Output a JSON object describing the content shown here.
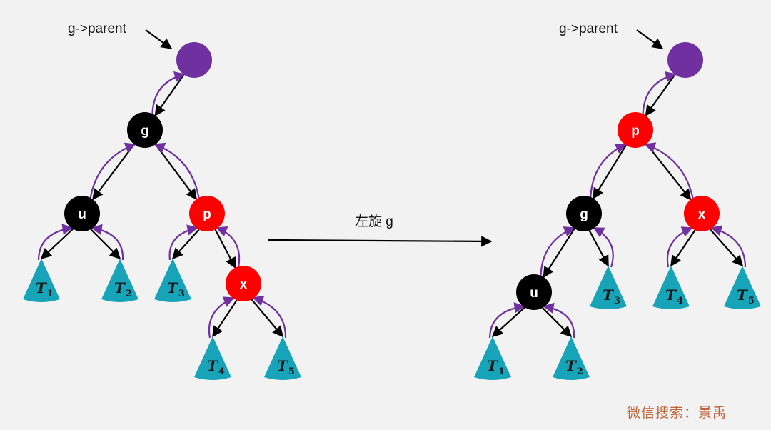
{
  "colors": {
    "background": "#f2f2f2",
    "black_node": "#000000",
    "red_node": "#ff0000",
    "parent_node": "#7030a0",
    "subtree": "#17a3b8",
    "child_edge": "#000000",
    "parent_edge": "#7030a0",
    "watermark": "#c0633a"
  },
  "labels": {
    "left_pointer": "g->parent",
    "right_pointer": "g->parent",
    "operation": "左旋 g",
    "watermark": "微信搜索：景禹"
  },
  "before": {
    "nodes": [
      {
        "id": "gp",
        "label": "",
        "color": "parent"
      },
      {
        "id": "g",
        "label": "g",
        "color": "black"
      },
      {
        "id": "u",
        "label": "u",
        "color": "black"
      },
      {
        "id": "p",
        "label": "p",
        "color": "red"
      },
      {
        "id": "x",
        "label": "x",
        "color": "red"
      }
    ],
    "subtrees": [
      {
        "id": "T1",
        "name": "T",
        "sub": "1"
      },
      {
        "id": "T2",
        "name": "T",
        "sub": "2"
      },
      {
        "id": "T3",
        "name": "T",
        "sub": "3"
      },
      {
        "id": "T4",
        "name": "T",
        "sub": "4"
      },
      {
        "id": "T5",
        "name": "T",
        "sub": "5"
      }
    ]
  },
  "after": {
    "nodes": [
      {
        "id": "gp",
        "label": "",
        "color": "parent"
      },
      {
        "id": "p",
        "label": "p",
        "color": "red"
      },
      {
        "id": "g",
        "label": "g",
        "color": "black"
      },
      {
        "id": "x",
        "label": "x",
        "color": "red"
      },
      {
        "id": "u",
        "label": "u",
        "color": "black"
      }
    ],
    "subtrees": [
      {
        "id": "T1",
        "name": "T",
        "sub": "1"
      },
      {
        "id": "T2",
        "name": "T",
        "sub": "2"
      },
      {
        "id": "T3",
        "name": "T",
        "sub": "3"
      },
      {
        "id": "T4",
        "name": "T",
        "sub": "4"
      },
      {
        "id": "T5",
        "name": "T",
        "sub": "5"
      }
    ]
  }
}
